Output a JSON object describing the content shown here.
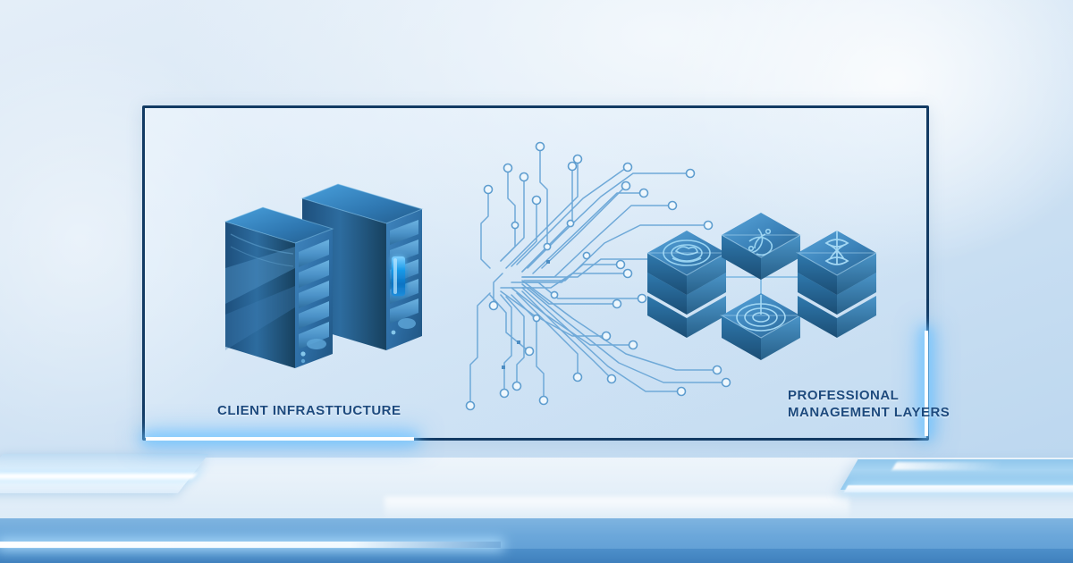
{
  "scene": {
    "title": "Client infrastructure connected to professional management layers",
    "background_color": "#d6e6f5",
    "accent_color": "#2f86d6",
    "frame_color": "#123a63",
    "glow_color": "#7cc8ff",
    "text_color": "#1d4a7e"
  },
  "frame": {
    "name": "diagram-frame"
  },
  "labels": {
    "left": "CLIENT INFRASTTUCTURE",
    "right_line1": "PROFESSIONAL",
    "right_line2": "MANAGEMENT LAYERS"
  },
  "left_group": {
    "name": "server-racks",
    "count": 2,
    "racks": [
      {
        "id": "rack-front",
        "bays": 6,
        "label": "front rack"
      },
      {
        "id": "rack-back",
        "bays": 6,
        "label": "back rack"
      }
    ],
    "connector": {
      "name": "port-connector",
      "color": "#1b8fe0"
    }
  },
  "center_group": {
    "name": "circuit-trace-network",
    "trace_color": "#6fa9d8",
    "node_count": 38,
    "description": "Fan of circuit board traces with hollow circular node terminals radiating from a bundled connector"
  },
  "right_group": {
    "name": "management-layer-cubes",
    "cubes": [
      {
        "id": "cube-cloud",
        "glyph": "cloud-icon",
        "layers": 3,
        "position": "left"
      },
      {
        "id": "cube-network",
        "glyph": "network-icon",
        "layers": 1,
        "position": "top-center"
      },
      {
        "id": "cube-ripple",
        "glyph": "ripple-icon",
        "layers": 1,
        "position": "bottom-center"
      },
      {
        "id": "cube-sync",
        "glyph": "hourglass-icon",
        "layers": 3,
        "position": "right"
      }
    ]
  },
  "pedestal": {
    "name": "pedestal",
    "left_panel": "angled-glass-panel",
    "right_tablet": "flat-tablet-panel"
  }
}
